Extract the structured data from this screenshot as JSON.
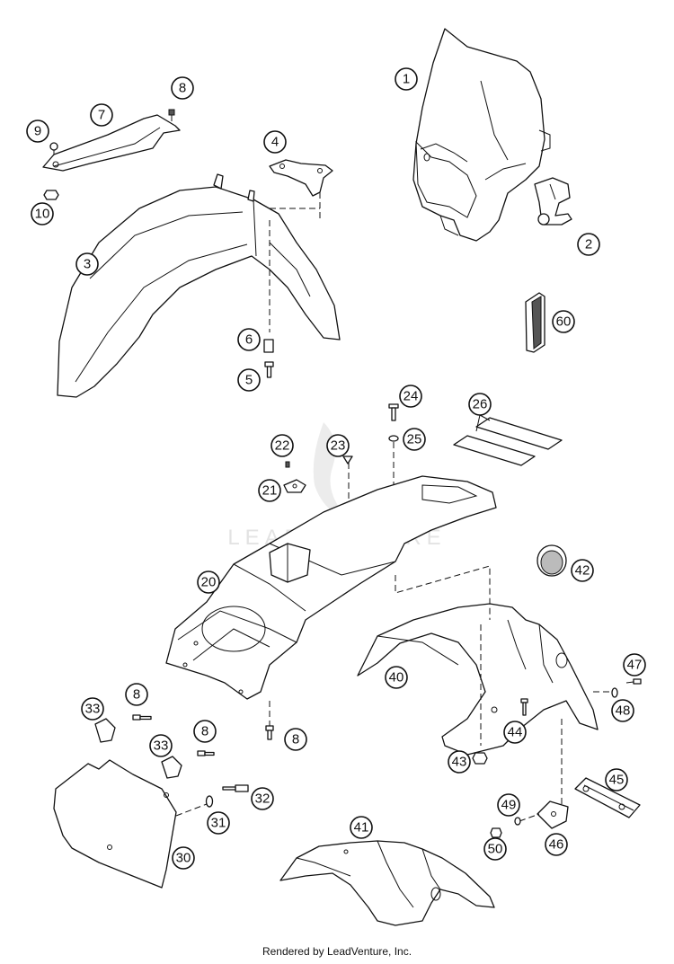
{
  "watermark": "LEADVENTURE",
  "footer": "Rendered by LeadVenture, Inc.",
  "callouts": [
    "1",
    "2",
    "3",
    "4",
    "5",
    "6",
    "7",
    "8",
    "9",
    "10",
    "20",
    "21",
    "22",
    "23",
    "24",
    "25",
    "26",
    "30",
    "31",
    "32",
    "33",
    "40",
    "41",
    "42",
    "43",
    "44",
    "45",
    "46",
    "47",
    "48",
    "49",
    "50",
    "60"
  ],
  "parts": [
    "headlight-mask",
    "headlight-clamp",
    "front-fender",
    "fender-bracket",
    "fender-screw",
    "spacer-bushing",
    "fender-brace",
    "screw",
    "collar-screw",
    "nut",
    "rear-fender-subframe-cover",
    "tail-bracket",
    "tail-screw",
    "push-rivet",
    "bolt",
    "washer",
    "adhesive-pads",
    "number-plate",
    "washer",
    "bolt",
    "clip-nut",
    "rear-mudguard",
    "mudguard",
    "grommet",
    "lock-nut",
    "screw",
    "license-plate-light",
    "plate-holder",
    "screw",
    "washer",
    "washer",
    "nut",
    "reflector"
  ]
}
